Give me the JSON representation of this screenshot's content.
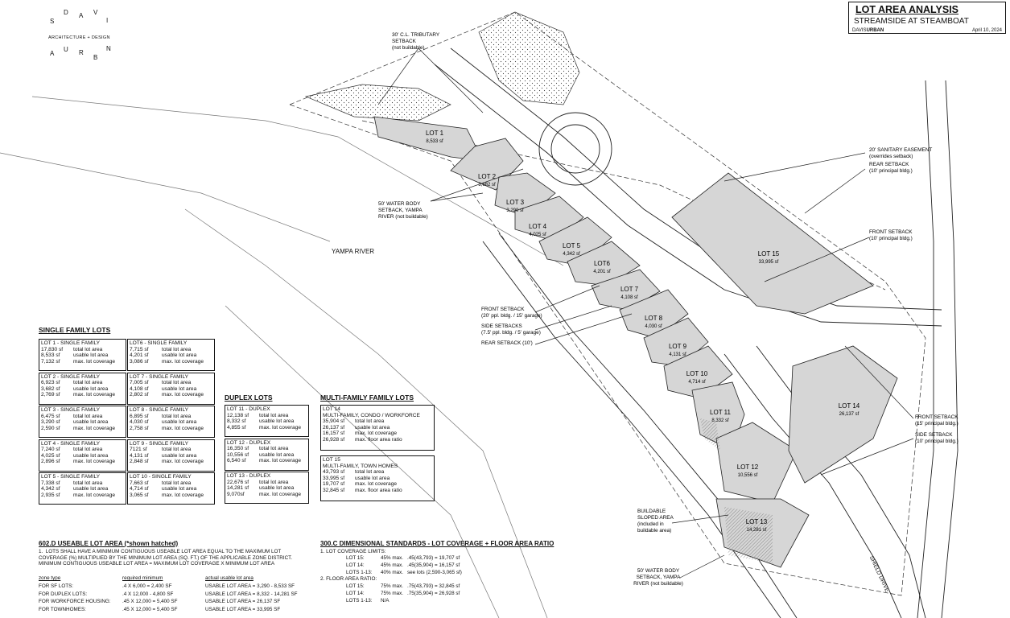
{
  "logo": {
    "letters": [
      "D",
      "A",
      "V",
      "I",
      "S",
      "U",
      "R",
      "B",
      "A",
      "N"
    ],
    "tagline": "ARCHITECTURE + DESIGN"
  },
  "title_block": {
    "title": "LOT AREA ANALYSIS",
    "project": "STREAMSIDE AT STEAMBOAT",
    "firm_prefix": "DAVIS",
    "firm_bold": "URBAN",
    "date": "April 10, 2024"
  },
  "map_labels": {
    "river": "YAMPA RIVER",
    "drive": "SHIELD DRIVE",
    "lots": [
      {
        "name": "LOT 1",
        "area": "8,533 sf"
      },
      {
        "name": "LOT 2",
        "area": "3,682 sf"
      },
      {
        "name": "LOT 3",
        "area": "3,290 sf"
      },
      {
        "name": "LOT 4",
        "area": "4,025 sf"
      },
      {
        "name": "LOT 5",
        "area": "4,342 sf"
      },
      {
        "name": "LOT6",
        "area": "4,201 sf"
      },
      {
        "name": "LOT 7",
        "area": "4,108 sf"
      },
      {
        "name": "LOT 8",
        "area": "4,030 sf"
      },
      {
        "name": "LOT 9",
        "area": "4,131 sf"
      },
      {
        "name": "LOT 10",
        "area": "4,714 sf"
      },
      {
        "name": "LOT 11",
        "area": "8,332 sf"
      },
      {
        "name": "LOT 12",
        "area": "10,556 sf"
      },
      {
        "name": "LOT 13",
        "area": "14,281 sf"
      },
      {
        "name": "LOT 14",
        "area": "26,137 sf"
      },
      {
        "name": "LOT 15",
        "area": "33,995 sf"
      }
    ],
    "callouts": {
      "tributary": [
        "30' C.L. TRIBUTARY",
        "SETBACK",
        "(not buildable)"
      ],
      "water_top": [
        "50' WATER BODY",
        "SETBACK, YAMPA",
        "RIVER (not buildable)"
      ],
      "sanitary": [
        "20' SANITARY EASEMENT",
        "(overrides setback)"
      ],
      "rear15": [
        "REAR SETBACK",
        "(10' principal bldg.)"
      ],
      "front15": [
        "FRONT SETBACK",
        "(10' principal bldg.)"
      ],
      "front_sf": [
        "FRONT SETBACK",
        "(20' ppl. bldg. / 15' garage)"
      ],
      "side_sf": [
        "SIDE SETBACKS",
        "(7.5' ppl. bldg. / 5' garage)"
      ],
      "rear_sf": [
        "REAR SETBACK (10')"
      ],
      "front14": [
        "FRONT SETBACK",
        "(15' principal bldg.)"
      ],
      "side14": [
        "SIDE SETBACK",
        "(10' principal bldg.)"
      ],
      "sloped": [
        "BUILDABLE",
        "SLOPED AREA",
        "(included in",
        "buildable area)"
      ],
      "water_bottom": [
        "50' WATER BODY",
        "SETBACK, YAMPA",
        "RIVER (not buildable)"
      ]
    }
  },
  "single_family": {
    "heading": "SINGLE FAMILY LOTS",
    "lots": [
      {
        "title": "LOT 1 - SINGLE FAMILY",
        "rows": [
          [
            "17,830 sf",
            "total lot area"
          ],
          [
            "8,533 sf",
            "usable lot area"
          ],
          [
            "7,132 sf",
            "max. lot coverage"
          ]
        ]
      },
      {
        "title": "LOT6 - SINGLE FAMILY",
        "rows": [
          [
            "7,715 sf",
            "total lot area"
          ],
          [
            "4,201 sf",
            "usable lot area"
          ],
          [
            "3,086 sf",
            "max. lot coverage"
          ]
        ]
      },
      {
        "title": "LOT 2 - SINGLE FAMILY",
        "rows": [
          [
            "6,923 sf",
            "total lot area"
          ],
          [
            "3,682 sf",
            "usable lot area"
          ],
          [
            "2,769 sf",
            "max. lot coverage"
          ]
        ]
      },
      {
        "title": "LOT 7 - SINGLE FAMILY",
        "rows": [
          [
            "7,005 sf",
            "total lot area"
          ],
          [
            "4,108 sf",
            "usable lot area"
          ],
          [
            "2,802 sf",
            "max. lot coverage"
          ]
        ]
      },
      {
        "title": "LOT 3 - SINGLE FAMILY",
        "rows": [
          [
            "6,475 sf",
            "total lot area"
          ],
          [
            "3,290 sf",
            "usable lot area"
          ],
          [
            "2,590 sf",
            "max. lot coverage"
          ]
        ]
      },
      {
        "title": "LOT 8 - SINGLE FAMILY",
        "rows": [
          [
            "6,895 sf",
            "total lot area"
          ],
          [
            "4,030 sf",
            "usable lot area"
          ],
          [
            "2,758 sf",
            "max. lot coverage"
          ]
        ]
      },
      {
        "title": "LOT 4 - SINGLE FAMILY",
        "rows": [
          [
            "7,240 sf",
            "total lot area"
          ],
          [
            "4,025 sf",
            "usable lot area"
          ],
          [
            "2,896 sf",
            "max. lot coverage"
          ]
        ]
      },
      {
        "title": "LOT 9 - SINGLE FAMILY",
        "rows": [
          [
            "7121 sf",
            "total lot area"
          ],
          [
            "4,131 sf",
            "usable lot area"
          ],
          [
            "2,848 sf",
            "max. lot coverage"
          ]
        ]
      },
      {
        "title": "LOT 5 - SINGLE FAMILY",
        "rows": [
          [
            "7,338 sf",
            "total lot area"
          ],
          [
            "4,342 sf",
            "usable lot area"
          ],
          [
            "2,935 sf",
            "max. lot coverage"
          ]
        ]
      },
      {
        "title": "LOT 10 - SINGLE FAMILY",
        "rows": [
          [
            "7,663 sf",
            "total lot area"
          ],
          [
            "4,714 sf",
            "usable lot area"
          ],
          [
            "3,065 sf",
            "max. lot coverage"
          ]
        ]
      }
    ]
  },
  "duplex": {
    "heading": "DUPLEX LOTS",
    "lots": [
      {
        "title": "LOT 11 - DUPLEX",
        "rows": [
          [
            "12,138 sf",
            "total lot area"
          ],
          [
            "8,332 sf",
            "usable lot area"
          ],
          [
            "4,855 sf",
            "max. lot coverage"
          ]
        ]
      },
      {
        "title": "LOT 12 - DUPLEX",
        "rows": [
          [
            "16,350 sf",
            "total lot area"
          ],
          [
            "10,556 sf",
            "usable lot area"
          ],
          [
            "6,540 sf",
            "max. lot coverage"
          ]
        ]
      },
      {
        "title": "LOT 13 - DUPLEX",
        "rows": [
          [
            "22,676 sf",
            "total lot area"
          ],
          [
            "14,281 sf",
            "usable lot area"
          ],
          [
            "9,070sf",
            "max. lot coverage"
          ]
        ]
      }
    ]
  },
  "multi_family": {
    "heading": "MULTI-FAMILY FAMILY LOTS",
    "lots": [
      {
        "title": "LOT 14",
        "subtitle": "MULTI-FAMILY, CONDO / WORKFORCE",
        "rows": [
          [
            "35,904 sf",
            "total lot area"
          ],
          [
            "26,137 sf",
            "usable lot area"
          ],
          [
            "16,157 sf",
            "max. lot coverage"
          ],
          [
            "26,928 sf",
            "max. floor area ratio"
          ]
        ]
      },
      {
        "title": "LOT 15",
        "subtitle": "MULTI-FAMILY, TOWN HOMES",
        "rows": [
          [
            "43,793 sf",
            "total lot area"
          ],
          [
            "33,995 sf",
            "usable lot area"
          ],
          [
            "19,707 sf",
            "max. lot coverage"
          ],
          [
            "32,845 sf",
            "max. floor area ratio"
          ]
        ]
      }
    ]
  },
  "useable_area": {
    "heading": "602.D USEABLE LOT AREA  (*shown hatched)",
    "text": "1.  LOTS SHALL HAVE A MINIMUM CONTIGUOUS USEABLE LOT AREA EQUAL TO THE MAXIMUM LOT\nCOVERAGE (%) MULTIPLIED BY THE MINIMUM LOT AREA (SQ. FT.) OF THE APPLICABLE ZONE DISTRICT.\nMINIMUM CONTIGUOUS USEABLE LOT AREA = MAXIMUM LOT COVERAGE X MINIMUM LOT AREA",
    "col_headers": [
      "zone type",
      "required minimum",
      "actual usable lot area"
    ],
    "rows": [
      [
        "FOR SF LOTS:",
        ".4 X 6,000 = 2,400 SF",
        "USABLE LOT AREA = 3,290 - 8,533  SF"
      ],
      [
        "FOR DUPLEX LOTS:",
        ".4 X 12,000 - 4,800 SF",
        "USABLE LOT AREA = 8,332 - 14,281  SF"
      ],
      [
        "FOR WORKFORCE HOUSING:",
        ".45 X 12,000 = 5,400 SF",
        "USABLE LOT AREA = 26,137  SF"
      ],
      [
        "FOR TOWNHOMES:",
        ".45 X 12,000 = 5,400 SF",
        "USABLE LOT AREA = 33,995  SF"
      ]
    ]
  },
  "dimensional": {
    "heading": "300.C DIMENSIONAL STANDARDS - LOT COVERAGE + FLOOR AREA RATIO",
    "coverage_title": "1.  LOT COVERAGE LIMITS:",
    "coverage": [
      [
        "LOT 15:",
        "45% max.",
        ".45(43,793) = 19,707 sf"
      ],
      [
        "LOT 14:",
        "45% max.",
        ".45(35,904) = 16,157 sf"
      ],
      [
        "LOTS 1-13:",
        "40% max.",
        "see lots  (2,590-3,065 sf)"
      ]
    ],
    "far_title": "2.  FLOOR AREA RATIO:",
    "far": [
      [
        "LOT 15:",
        "75% max.",
        ".75(43,793) = 32,845 sf"
      ],
      [
        "LOT 14:",
        "75% max.",
        ".75(35,904) = 26,928 sf"
      ],
      [
        "LOTS 1-13:",
        "N/A",
        ""
      ]
    ]
  }
}
